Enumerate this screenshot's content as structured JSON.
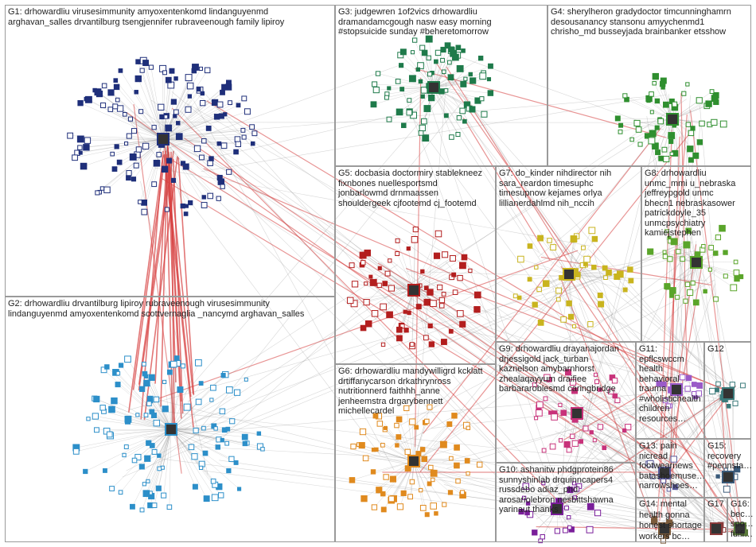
{
  "colors": {
    "edge_default": "#8d8d8d",
    "edge_highlight": "#d63c3c",
    "box_border": "#9a9a9a",
    "label_text": "#222222"
  },
  "groups": [
    {
      "id": "g1",
      "label": "G1: drhowardliu virusesimmunity amyoxentenkomd lindanguyenmd\narghavan_salles drvantilburg tsengjennifer rubraveenough family lipiroy",
      "node_color": "#1f2f7a"
    },
    {
      "id": "g2",
      "label": "G2: drhowardliu drvantilburg lipiroy rubraveenough virusesimmunity\nlindanguyenmd amyoxentenkomd scottvernaglia _nancymd arghavan_salles",
      "node_color": "#2c8fc9"
    },
    {
      "id": "g3",
      "label": "G3: judgewren 1of2vics drhowardliu\ndramandamcgough nasw easy morning\n#stopsuicide sunday #beheretomorrow",
      "node_color": "#1e7a4a"
    },
    {
      "id": "g4",
      "label": "G4: sherylheron gradydoctor timcunninghamrn\ndesousanancy stansonu amyychenmd1\nchrisho_md busseyjada brainbanker etsshow",
      "node_color": "#2f8f2f"
    },
    {
      "id": "g5",
      "label": "G5: docbasia doctormiry stablekneez\nfixnbones nuellesportsmd\njonbarlowmd drnmaassen\nshouldergeek cjfootemd cj_footemd",
      "node_color": "#b31e1e"
    },
    {
      "id": "g6",
      "label": "G6: drhowardliu mandywilligrd kcklatt\ndrtiffanycarson drkathrynross\nnutritionnerd faithhh_anne\njenheemstra drgarybennett\nmichellecardel",
      "node_color": "#e08a1e"
    },
    {
      "id": "g7",
      "label": "G7: do_kinder nihdirector nih\nsara_reardon timesuphc\ntimesupnow kejames orlya\nlillianerdahlmd nih_nccih",
      "node_color": "#c9b41e"
    },
    {
      "id": "g8",
      "label": "G8: drhowardliu\nunmc_mmi u_nebraska\njeffreypgold unmc\nbhecn1 nebraskasower\npatrickdoyle_35\nunmcpsychiatry\nkamiejstephen",
      "node_color": "#5aa52a"
    },
    {
      "id": "g9",
      "label": "G9: drhowardliu drayanajordan\ndrjessigold jack_turban\nkaznelson amybarnhorst\nzhealaqayyum draifiee\nbarbararoblesmd caringbridge",
      "node_color": "#c8327a"
    },
    {
      "id": "g10",
      "label": "G10: ashanitw phdgprotein86\nsunnyshinlab drquinncapers4\nrussdebo adiaz_phd\narosariolebron nesbittshawna\nyarinaut thanks",
      "node_color": "#7a1e9a"
    },
    {
      "id": "g11",
      "label": "G11:\nepflcswccm\nhealth\nbehavioral\ntrauma\n#wholistichealth\nchildren\nresources…",
      "node_color": "#9a5ac8"
    },
    {
      "id": "g12",
      "label": "G12",
      "node_color": "#3a7a7a"
    },
    {
      "id": "g13",
      "label": "G13: pain\nnicread\nfootwearnews\nbatashoemuse…\nnarrowshoes…",
      "node_color": "#5a5a9a"
    },
    {
      "id": "g14",
      "label": "G14: mental\nhealth gonna\nhonest shortage\nworkers bc…",
      "node_color": "#7a5a3a"
    },
    {
      "id": "g15",
      "label": "G15:\nrecovery\n#pennsta…",
      "node_color": "#3a5a7a"
    },
    {
      "id": "g16",
      "label": "G16:\nbec…\nspo…\nfulfi…",
      "node_color": "#5a7a3a"
    },
    {
      "id": "g17",
      "label": "G17",
      "node_color": "#8a3a3a"
    }
  ]
}
